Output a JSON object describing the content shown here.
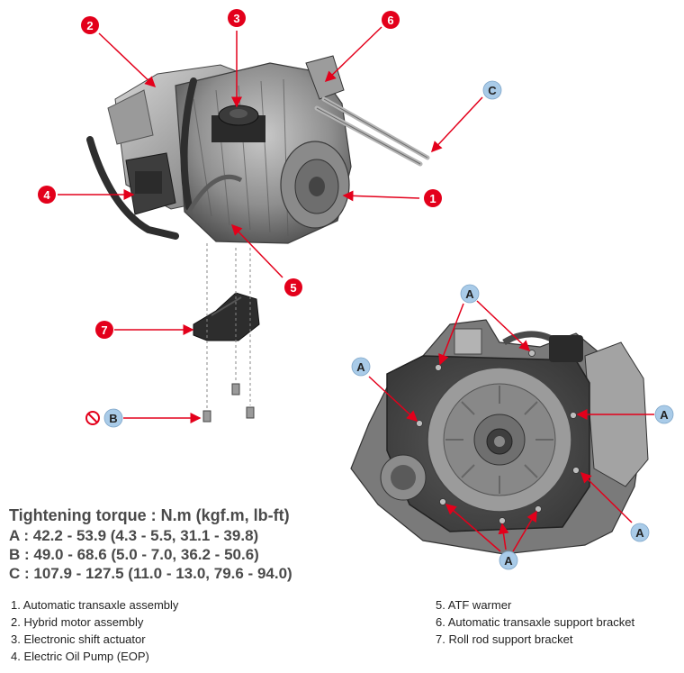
{
  "callouts": {
    "c1": "1",
    "c2": "2",
    "c3": "3",
    "c4": "4",
    "c5": "5",
    "c6": "6",
    "c7": "7",
    "cA": "A",
    "cB": "B",
    "cC": "C"
  },
  "torque": {
    "title": "Tightening torque : N.m (kgf.m, lb-ft)",
    "a": "A : 42.2 - 53.9 (4.3 - 5.5, 31.1 - 39.8)",
    "b": "B : 49.0 - 68.6 (5.0 - 7.0, 36.2 - 50.6)",
    "c": "C : 107.9 - 127.5 (11.0 - 13.0, 79.6 - 94.0)"
  },
  "legend": {
    "left": [
      "1. Automatic transaxle assembly",
      "2. Hybrid motor assembly",
      "3. Electronic shift actuator",
      "4. Electric Oil Pump (EOP)"
    ],
    "right": [
      "5. ATF warmer",
      "6. Automatic transaxle support bracket",
      "7. Roll rod support bracket"
    ]
  },
  "colors": {
    "callout_red": "#e3001b",
    "callout_blue": "#a9cbe8",
    "arrow_red": "#e3001b",
    "arrow_black": "#1a1a1a"
  }
}
